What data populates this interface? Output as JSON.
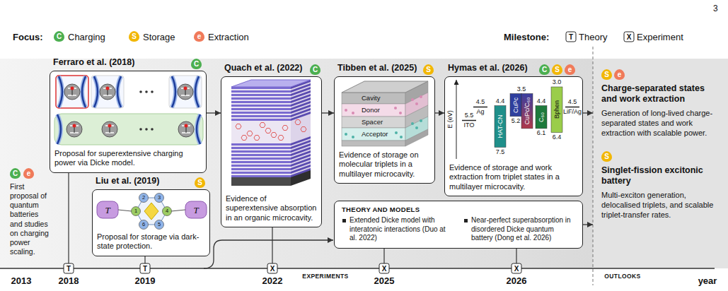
{
  "diagram": {
    "nodes": [
      {
        "text": [
          "Ferraro et al. (2018)",
          "Proposal for superextensive charging power via Dicke model."
        ]
      },
      {
        "text": [
          "Liu et al. (2019)",
          "Proposal for storage via dark-state protection."
        ]
      },
      {
        "text": [
          "Quach et al. (2022)",
          "Evidence of superextensive absorption in an organic microcavity."
        ]
      },
      {
        "text": [
          "Tibben et al. (2025)",
          "Evidence of storage on molecular triplets in a multilayer microcavity."
        ]
      },
      {
        "text": [
          "Hymas et al. (2026)",
          "Evidence of storage and work extraction from triplet states in a multilayer microcavity."
        ]
      },
      {
        "text": [
          "THEORY AND MODELS",
          "Extended Dicke model with interatonic interactions (Duo at al. 2022)",
          "Near-perfect superabsorption in disordered Dicke quantum battery (Dong et al. 2026)"
        ]
      },
      {
        "text": [
          "Charge-separated states and work extraction",
          "Generation of long-lived charge-separated states and work extraction with scalable power.",
          "Singlet-fission excitonic battery",
          "Multi-exciton generation, delocalised triplets, and scalable triplet-transfer rates."
        ]
      }
    ],
    "edges": [
      {
        "from": 0,
        "to": 2,
        "arrow": "to"
      },
      {
        "from": 2,
        "to": 3,
        "arrow": "to"
      },
      {
        "from": 3,
        "to": 4,
        "arrow": "to"
      },
      {
        "from": 4,
        "to": 6,
        "arrow": "to"
      },
      {
        "from": 5,
        "to": 6,
        "arrow": "to"
      }
    ],
    "labels": [
      "3",
      "Focus:",
      "Milestone:",
      "C",
      "S",
      "e",
      "T",
      "X",
      "C",
      "C",
      "S",
      "C",
      "S",
      "e",
      "S",
      "e",
      "S",
      "C",
      "e",
      "First proposal of quantum batteries and studies on charging power scaling.",
      "S",
      "T",
      "1",
      "2",
      "3",
      "4",
      "5",
      "6",
      "T",
      "Cavity",
      "Donor",
      "Spacer",
      "Acceptor",
      "E (eV)",
      "4.5",
      "Ag",
      "5.5",
      "ITO",
      "4.4",
      "HAT-CN",
      "7.5",
      "3.5",
      "CuPc",
      "5.2",
      "CuPc/C₆₀",
      "4.4",
      "C₆₀",
      "6.1",
      "3.0",
      "Bphen",
      "6.4",
      "4.5",
      "LiF/Ag",
      "2013",
      "2018",
      "2019",
      "2022",
      "2025",
      "2026",
      "EXPERIMENTS",
      "OUTLOOKS",
      "year",
      "T",
      "T",
      "X",
      "X",
      "X"
    ],
    "legend": [
      {
        "text": "Charging",
        "color": "#4caf50"
      },
      {
        "text": "Storage",
        "color": "#f2b705"
      },
      {
        "text": "Extraction",
        "color": "#f07a5a"
      },
      {
        "text": "Theory"
      },
      {
        "text": "Experiment"
      }
    ]
  }
}
